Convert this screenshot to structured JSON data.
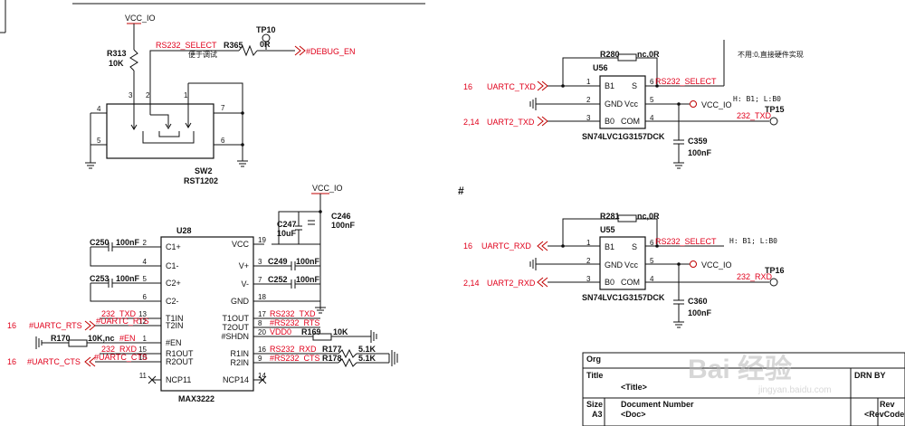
{
  "top_nets": {
    "vcc_io_a": "VCC_IO",
    "tp10": "TP10",
    "r313": "R313",
    "r313_val": "10K",
    "rs232_select": "RS232_SELECT",
    "r365": "R365",
    "r365_val": "0R",
    "debug_en": "#DEBUG_EN",
    "note_cn": "便于调试"
  },
  "sw2": {
    "ref": "SW2",
    "part": "RST1202",
    "pins": [
      "4",
      "5",
      "3",
      "2",
      "1",
      "7",
      "6"
    ]
  },
  "u56": {
    "ref": "U56",
    "part": "SN74LVC1G3157DCK",
    "r280": "R280",
    "r280_val": "nc,0R",
    "note": "不用:0,直接硬件实现",
    "pins_left": [
      {
        "num": "1",
        "name": "B1"
      },
      {
        "num": "2",
        "name": "GND"
      },
      {
        "num": "3",
        "name": "B0"
      }
    ],
    "pins_right": [
      {
        "num": "6",
        "name": "S"
      },
      {
        "num": "5",
        "name": "Vcc"
      },
      {
        "num": "4",
        "name": "COM"
      }
    ],
    "hl": "H: B1; L:B0",
    "in1_sheet": "16",
    "in1": "UARTC_TXD",
    "in2_sheet": "2,14",
    "in2": "UART2_TXD",
    "sel": "RS232_SELECT",
    "vcc": "VCC_IO",
    "out": "232_TXD",
    "tp": "TP15",
    "cap": "C359",
    "cap_val": "100nF"
  },
  "u55": {
    "ref": "U55",
    "part": "SN74LVC1G3157DCK",
    "r281": "R281",
    "r281_val": "nc,0R",
    "pins_left": [
      {
        "num": "1",
        "name": "B1"
      },
      {
        "num": "2",
        "name": "GND"
      },
      {
        "num": "3",
        "name": "B0"
      }
    ],
    "pins_right": [
      {
        "num": "6",
        "name": "S"
      },
      {
        "num": "5",
        "name": "Vcc"
      },
      {
        "num": "4",
        "name": "COM"
      }
    ],
    "hl": "H: B1; L:B0",
    "in1_sheet": "16",
    "in1": "UARTC_RXD",
    "in2_sheet": "2,14",
    "in2": "UART2_RXD",
    "sel": "RS232_SELECT",
    "vcc": "VCC_IO",
    "out": "232_RXD",
    "tp": "TP16",
    "cap": "C360",
    "cap_val": "100nF"
  },
  "hash_mark": "#",
  "u28": {
    "ref": "U28",
    "part": "MAX3222",
    "vcc_io": "VCC_IO",
    "c247": "C247",
    "c247_val": "10uF",
    "c246": "C246",
    "c246_val": "100nF",
    "c250": "C250",
    "c250_val": "100nF",
    "c253": "C253",
    "c253_val": "100nF",
    "c249": "C249",
    "c249_val": "100nF",
    "c252": "C252",
    "c252_val": "100nF",
    "left_pins": [
      {
        "num": "2",
        "name": "C1+"
      },
      {
        "num": "4",
        "name": "C1-"
      },
      {
        "num": "5",
        "name": "C2+"
      },
      {
        "num": "6",
        "name": "C2-"
      },
      {
        "num": "13",
        "name": "T1IN"
      },
      {
        "num": "12",
        "name": "T2IN"
      },
      {
        "num": "1",
        "name": "#EN"
      },
      {
        "num": "15",
        "name": "R1OUT"
      },
      {
        "num": "10",
        "name": "R2OUT"
      },
      {
        "num": "11",
        "name": "NCP11"
      }
    ],
    "right_pins": [
      {
        "num": "19",
        "name": "VCC"
      },
      {
        "num": "3",
        "name": "V+"
      },
      {
        "num": "7",
        "name": "V-"
      },
      {
        "num": "18",
        "name": "GND"
      },
      {
        "num": "17",
        "name": "T1OUT"
      },
      {
        "num": "8",
        "name": "T2OUT"
      },
      {
        "num": "20",
        "name": "#SHDN"
      },
      {
        "num": "16",
        "name": "R1IN"
      },
      {
        "num": "9",
        "name": "R2IN"
      },
      {
        "num": "14",
        "name": "NCP14"
      }
    ],
    "net_232_txd": "232_TXD",
    "net_uartc_rts": "#UARTC_RTS",
    "rts_sheet": "16",
    "rts_port": "#UARTC_RTS",
    "r170": "R170",
    "r170_val": "10K,nc",
    "net_en": "#EN",
    "net_232_rxd": "232_RXD",
    "net_uartc_cts": "#UARTC_CTS",
    "cts_sheet": "16",
    "cts_port": "#UARTC_CTS",
    "net_rs232_txd": "RS232_TXD",
    "net_rs232_rts": "#RS232_RTS",
    "net_vdd0": "VDD0",
    "r169": "R169",
    "r169_val": "10K",
    "net_rs232_rxd": "RS232_RXD",
    "net_rs232_cts": "#RS232_CTS",
    "r177": "R177",
    "r177_val": "5.1K",
    "r178": "R178",
    "r178_val": "5.1K"
  },
  "title_block": {
    "org": "Org",
    "title_label": "Title",
    "title_value": "<Title>",
    "drn_by": "DRN BY",
    "size_label": "Size",
    "size_value": "A3",
    "docnum_label": "Document Number",
    "doc_value": "<Doc>",
    "rev_label": "Rev",
    "rev_value": "<RevCode>"
  },
  "watermark": {
    "main": "Bai 经验",
    "sub": "jingyan.baidu.com"
  }
}
